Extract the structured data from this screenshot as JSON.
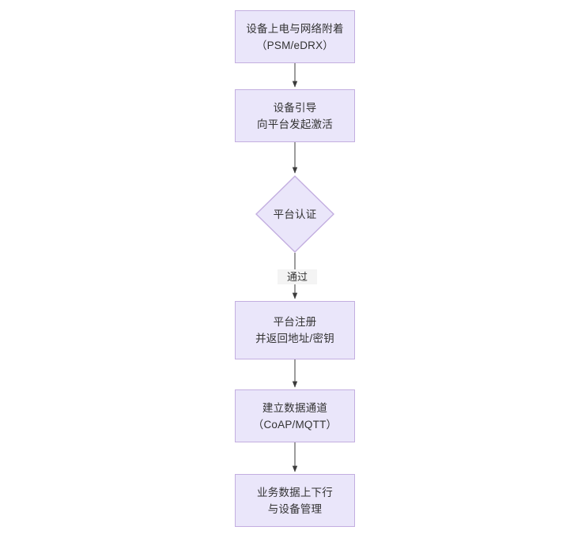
{
  "diagram": {
    "type": "flowchart",
    "orientation": "top-to-bottom",
    "background_color": "#ffffff",
    "node_fill_color": "#eae6fa",
    "node_border_color": "#c3aee0",
    "text_color": "#333333",
    "edge_color": "#4d4d4d",
    "nodes": [
      {
        "id": "n1",
        "shape": "rectangle",
        "label": "设备上电与网络附着\n（PSM/eDRX）",
        "line1": "设备上电与网络附着",
        "line2": "（PSM/eDRX）"
      },
      {
        "id": "n2",
        "shape": "rectangle",
        "label": "设备引导\n向平台发起激活",
        "line1": "设备引导",
        "line2": "向平台发起激活"
      },
      {
        "id": "n3",
        "shape": "diamond",
        "label": "平台认证",
        "line1": "平台认证",
        "line2": ""
      },
      {
        "id": "n4",
        "shape": "rectangle",
        "label": "平台注册\n并返回地址/密钥",
        "line1": "平台注册",
        "line2": "并返回地址/密钥"
      },
      {
        "id": "n5",
        "shape": "rectangle",
        "label": "建立数据通道\n（CoAP/MQTT）",
        "line1": "建立数据通道",
        "line2": "（CoAP/MQTT）"
      },
      {
        "id": "n6",
        "shape": "rectangle",
        "label": "业务数据上下行\n与设备管理",
        "line1": "业务数据上下行",
        "line2": "与设备管理"
      }
    ],
    "edges": [
      {
        "id": "e1",
        "from": "n1",
        "to": "n2",
        "label": ""
      },
      {
        "id": "e2",
        "from": "n2",
        "to": "n3",
        "label": ""
      },
      {
        "id": "e3",
        "from": "n3",
        "to": "n4",
        "label": "通过"
      },
      {
        "id": "e4",
        "from": "n4",
        "to": "n5",
        "label": ""
      },
      {
        "id": "e5",
        "from": "n5",
        "to": "n6",
        "label": ""
      }
    ]
  }
}
